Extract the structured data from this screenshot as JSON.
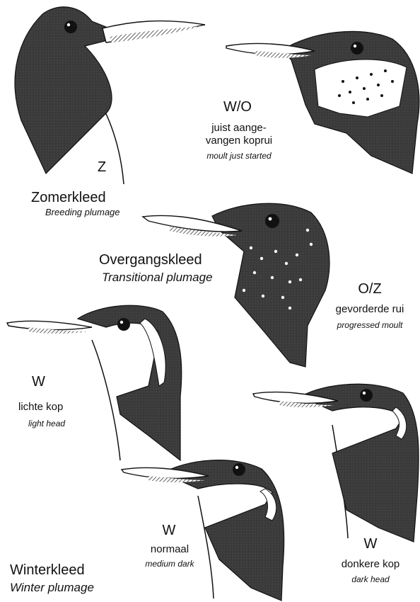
{
  "heads": [
    {
      "code": "Z"
    },
    {
      "code": "W/O",
      "nl": [
        "juist aange-",
        "vangen koprui"
      ],
      "en": "moult just started"
    },
    {
      "code": "O/Z",
      "nl": [
        "gevorderde rui"
      ],
      "en": "progressed moult"
    },
    {
      "code": "W",
      "nl": [
        "lichte kop"
      ],
      "en": "light head"
    },
    {
      "code": "W",
      "nl": [
        "donkere kop"
      ],
      "en": "dark head"
    },
    {
      "code": "W",
      "nl": [
        "normaal"
      ],
      "en": "medium dark"
    }
  ],
  "sections": {
    "summer": {
      "title": "Zomerkleed",
      "subtitle": "Breeding plumage"
    },
    "transitional": {
      "title": "Overgangskleed",
      "subtitle": "Transitional plumage"
    },
    "winter": {
      "title": "Winterkleed",
      "subtitle": "Winter plumage"
    }
  },
  "colors": {
    "plumage": "#383838",
    "outline": "#111111",
    "background": "#ffffff"
  }
}
